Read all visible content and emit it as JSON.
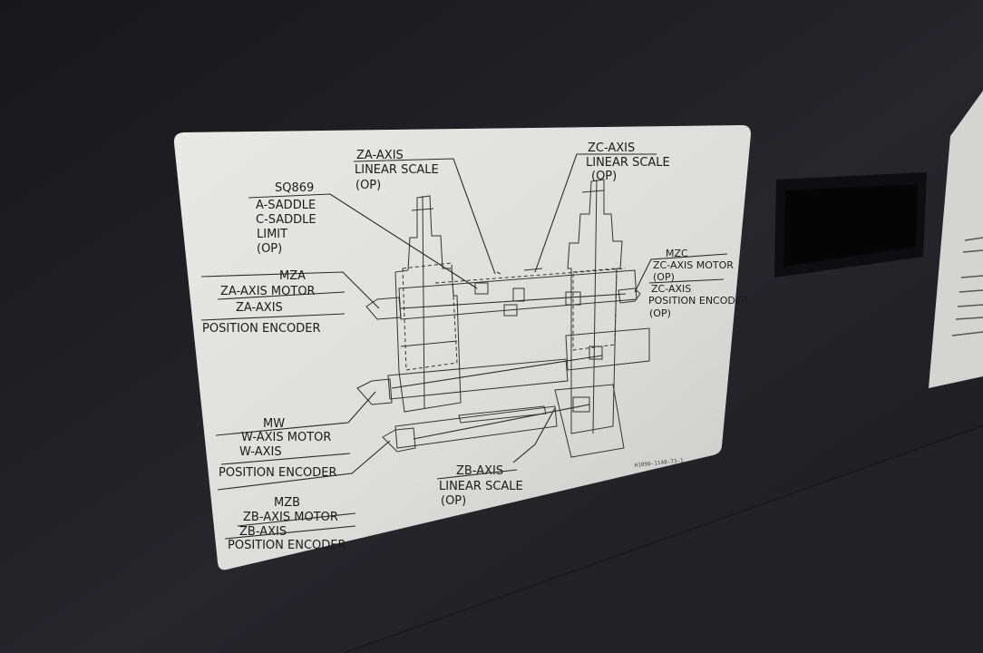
{
  "labels": {
    "za_scale": [
      "ZA-AXIS",
      "LINEAR SCALE",
      "(OP)"
    ],
    "zc_scale": [
      "ZC-AXIS",
      "LINEAR SCALE",
      "(OP)"
    ],
    "sq869": [
      "SQ869",
      "A-SADDLE",
      "C-SADDLE",
      "LIMIT",
      "(OP)"
    ],
    "mza": [
      "MZA",
      "ZA-AXIS MOTOR",
      "ZA-AXIS",
      "POSITION ENCODER"
    ],
    "mzc": [
      "MZC",
      "ZC-AXIS MOTOR",
      "(OP)",
      "ZC-AXIS",
      "POSITION ENCODER",
      "(OP)"
    ],
    "mw": [
      "MW",
      "W-AXIS MOTOR",
      "W-AXIS",
      "POSITION ENCODER"
    ],
    "mzb": [
      "MZB",
      "ZB-AXIS MOTOR",
      "ZB-AXIS",
      "POSITION ENCODER"
    ],
    "zb_scale": [
      "ZB-AXIS",
      "LINEAR SCALE",
      "(OP)"
    ]
  },
  "part_number": "H1090-1148-73-1",
  "colors": {
    "background": "#1e1e22",
    "plate": "#e4e4e2",
    "ink": "#1b1b1b"
  }
}
